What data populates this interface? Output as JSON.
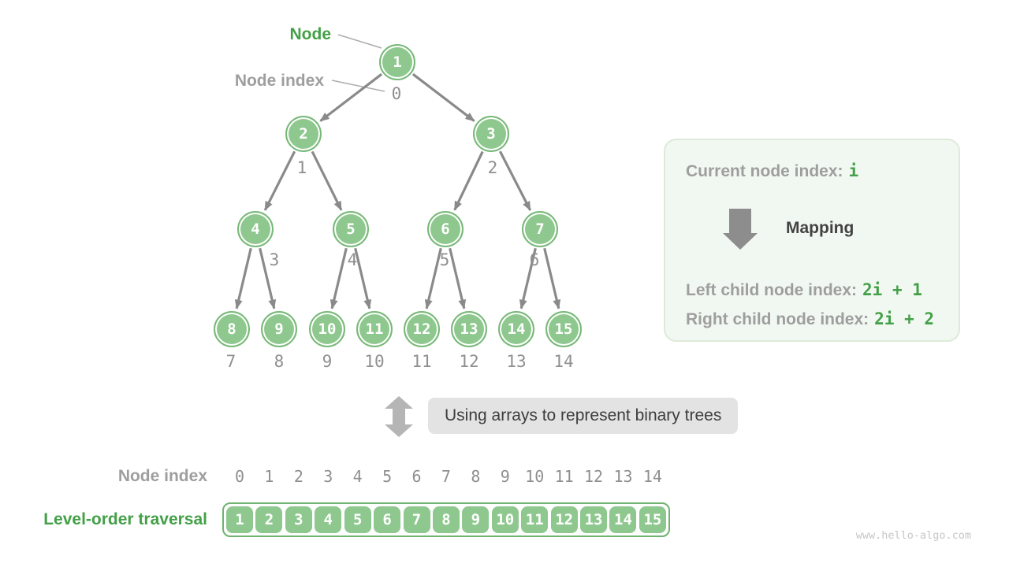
{
  "page": {
    "watermark": "www.hello-algo.com",
    "background": "#ffffff"
  },
  "colors": {
    "accent_green": "#43a047",
    "node_fill": "#8fc88f",
    "node_border": "#79b979",
    "gray_label": "#9e9e9e",
    "dark_text": "#424242",
    "edge_arrow": "#8a8a8a",
    "card_bg": "#f1f8f1",
    "caption_bg": "#e3e3e3"
  },
  "tree": {
    "node_label": "Node",
    "node_index_label": "Node index",
    "nodes": [
      {
        "value": "1",
        "index": "0"
      },
      {
        "value": "2",
        "index": "1"
      },
      {
        "value": "3",
        "index": "2"
      },
      {
        "value": "4",
        "index": "3"
      },
      {
        "value": "5",
        "index": "4"
      },
      {
        "value": "6",
        "index": "5"
      },
      {
        "value": "7",
        "index": "6"
      },
      {
        "value": "8",
        "index": "7"
      },
      {
        "value": "9",
        "index": "8"
      },
      {
        "value": "10",
        "index": "9"
      },
      {
        "value": "11",
        "index": "10"
      },
      {
        "value": "12",
        "index": "11"
      },
      {
        "value": "13",
        "index": "12"
      },
      {
        "value": "14",
        "index": "13"
      },
      {
        "value": "15",
        "index": "14"
      }
    ]
  },
  "card": {
    "current_label": "Current node index:",
    "current_value": "i",
    "mapping_label": "Mapping",
    "left_label": "Left child node index:",
    "left_value": "2i + 1",
    "right_label": "Right child node index:",
    "right_value": "2i + 2"
  },
  "caption": {
    "text": "Using arrays to represent binary trees"
  },
  "array_section": {
    "index_label": "Node index",
    "traversal_label": "Level-order traversal",
    "indices": [
      "0",
      "1",
      "2",
      "3",
      "4",
      "5",
      "6",
      "7",
      "8",
      "9",
      "10",
      "11",
      "12",
      "13",
      "14"
    ],
    "values": [
      "1",
      "2",
      "3",
      "4",
      "5",
      "6",
      "7",
      "8",
      "9",
      "10",
      "11",
      "12",
      "13",
      "14",
      "15"
    ]
  }
}
